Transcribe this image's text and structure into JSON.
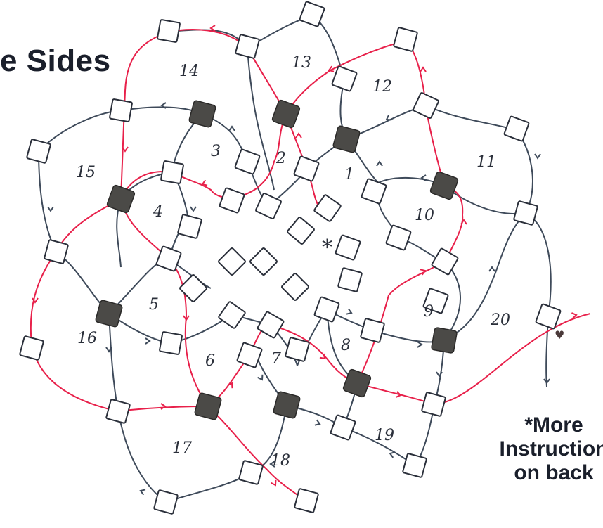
{
  "heading": "e Sides",
  "note": {
    "line1": "*More",
    "line2": "Instruction",
    "line3": "on back"
  },
  "region_numbers": [
    "1",
    "2",
    "3",
    "4",
    "5",
    "6",
    "7",
    "8",
    "9",
    "10",
    "11",
    "12",
    "13",
    "14",
    "15",
    "16",
    "17",
    "18",
    "19",
    "20"
  ],
  "start_mark": "*",
  "end_mark": "♥",
  "colors": {
    "thread_dark": "#3e4a5a",
    "thread_red": "#e8204a",
    "bead": "#4b4a47",
    "bead_outline": "#2a2928",
    "outline": "#2a2f3a"
  },
  "icons": {
    "diamond_bead": "square outline",
    "square_bead": "filled dark square"
  }
}
